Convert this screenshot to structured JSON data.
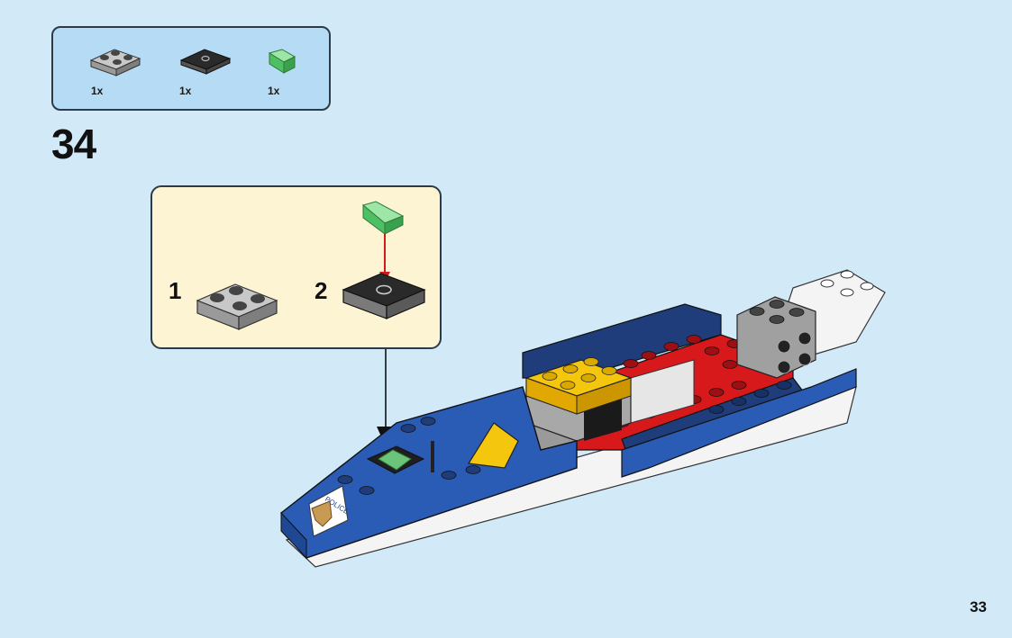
{
  "parts_list": [
    {
      "icon": "gray-plate-2x2-icon",
      "quantity": "1x",
      "color": "#b4b4b4"
    },
    {
      "icon": "black-tile-2x2-with-stud-icon",
      "quantity": "1x",
      "color": "#222222"
    },
    {
      "icon": "green-transparent-slope-icon",
      "quantity": "1x",
      "color": "#6cc47a"
    }
  ],
  "step": {
    "number": "34",
    "substeps": [
      {
        "number": "1"
      },
      {
        "number": "2"
      }
    ]
  },
  "page": {
    "number": "33"
  },
  "colors": {
    "background": "#d2eaf8",
    "parts_box": "#b6dbf4",
    "substep_box": "#fdf4d3",
    "boat_blue": "#2a5bb5",
    "boat_red": "#d7191c",
    "boat_yellow": "#f5c60e"
  }
}
